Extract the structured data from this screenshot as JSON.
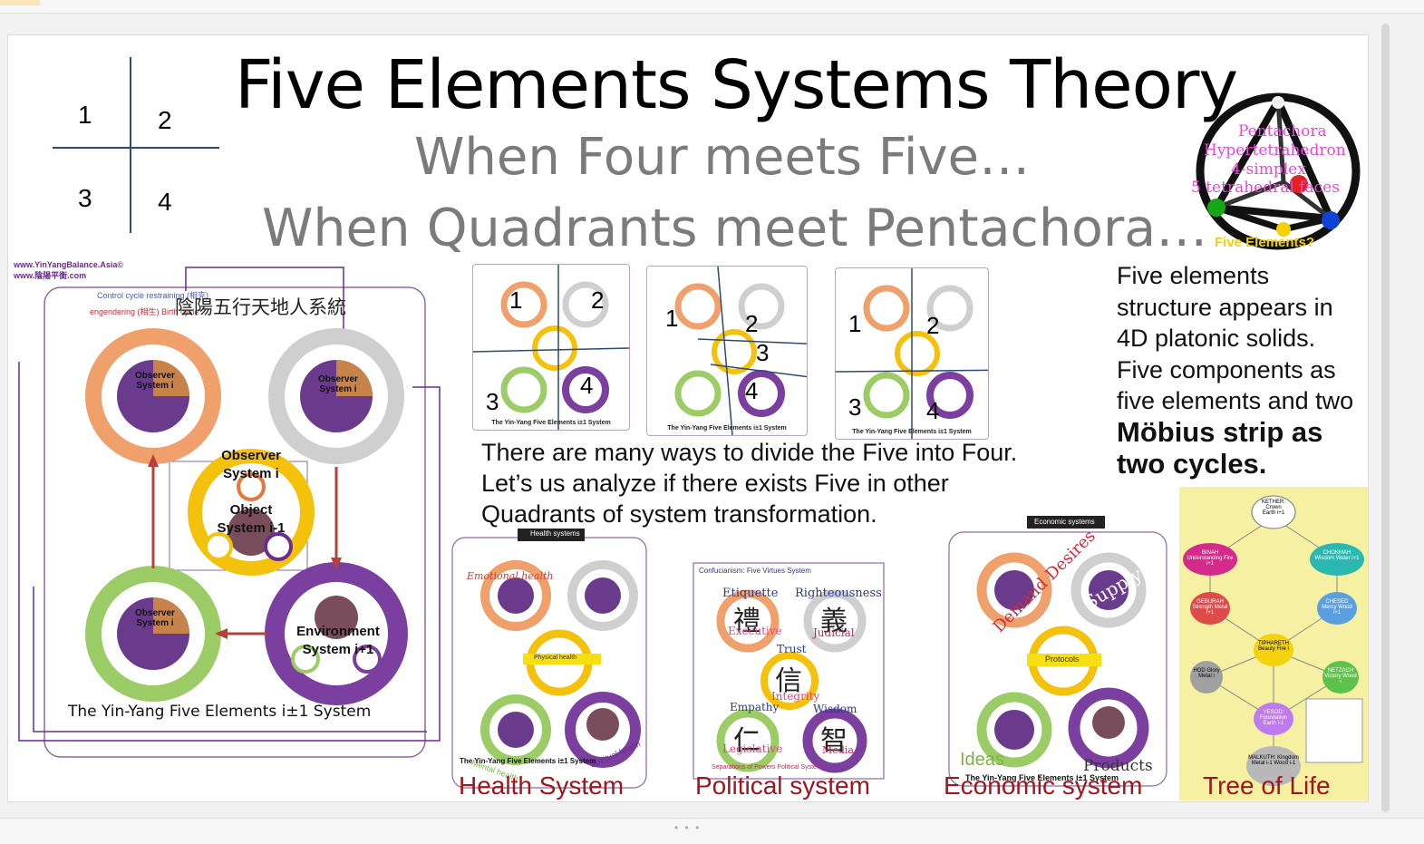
{
  "slide": {
    "title": "Five Elements Systems Theory",
    "subtitle_1": "When Four meets Five…",
    "subtitle_2": "When Quadrants meet Pentachora…"
  },
  "quadrant": {
    "n1": "1",
    "n2": "2",
    "n3": "3",
    "n4": "4"
  },
  "pentachora": {
    "line1": "Pentachora",
    "line2": "Hypertetrahedron",
    "line3": "4-simplex",
    "line4": "5 tetrahedral faces",
    "line5": "Five Elements?"
  },
  "side_text": {
    "p1": "Five elements structure appears in 4D platonic solids. Five components as five elements and two ",
    "p1_bold": "Möbius strip as two cycles."
  },
  "center_text": {
    "line1": "There are many ways to divide the Five into Four.",
    "line2": "Let’s us analyze if there exists Five in other",
    "line3": "Quadrants of system transformation."
  },
  "main_diagram": {
    "site": "www.YinYangBalance.Asia©",
    "site2": "www.陰陽平衡.com",
    "legend_control": "Control cycle restraining (相克)",
    "legend_birth": "engendering (相生) Birth cycle",
    "chinese_title": "陰陽五行天地人系統",
    "observer": "Observer System i",
    "observer_big": "Observer System i",
    "object": "Object System i-1",
    "environment": "Environment System i+1",
    "footer": "The Yin-Yang Five Elements i±1 System"
  },
  "mini_diagrams": {
    "footer": "The Yin-Yang Five Elements i±1 System",
    "nums": [
      "1",
      "2",
      "3",
      "4"
    ]
  },
  "captions": {
    "health": "Health System",
    "political": "Political system",
    "economic": "Economic system",
    "tree": "Tree of Life"
  },
  "health_labels": {
    "top": "Health systems",
    "emotional": "Emotional health",
    "physical": "Physical health",
    "mental": "Mental health",
    "spiritual": "Spiritual health"
  },
  "political_labels": {
    "header": "Confucianism: Five Virtues System",
    "etiquette": "Etiquette",
    "righteousness": "Righteousness",
    "executive": "Executive",
    "judicial": "Judicial",
    "trust": "Trust",
    "integrity": "Integrity",
    "empathy": "Empathy",
    "wisdom": "Wisdom",
    "legislative": "Legislative",
    "media": "Media",
    "footer": "Separations of Powers Political System"
  },
  "economic_labels": {
    "top": "Economic systems",
    "demand": "Demand Desires",
    "supply": "Supply",
    "protocols": "Protocols",
    "ideas": "Ideas",
    "products": "Products"
  },
  "tree_labels": {
    "kether": "KETHER: Crown Earth i+1",
    "binah": "BINAH Understanding Fire i+1",
    "chokmah": "CHOKMAH Wisdom Water i+1",
    "geburah": "GEBURAH Strength Metal i+1",
    "chesed": "CHESED Mercy Wood i+1",
    "tiphareth": "TIPHARETH Beauty Fire i",
    "hod": "HOD Glory Metal i",
    "netzach": "NETZACH Victory Wood i",
    "yesod": "YESOD: Foundation Earth i-1",
    "malkuth": "MALKUTH: Kingdom Metal i-1 Wood i-1",
    "banner": "Tree of Life"
  },
  "colors": {
    "caption_red": "#a3141c",
    "orange": "#e8753a",
    "green": "#7cb342",
    "purple": "#6a2c91",
    "gold": "#f4c20d",
    "grey": "#9e9e9e"
  }
}
